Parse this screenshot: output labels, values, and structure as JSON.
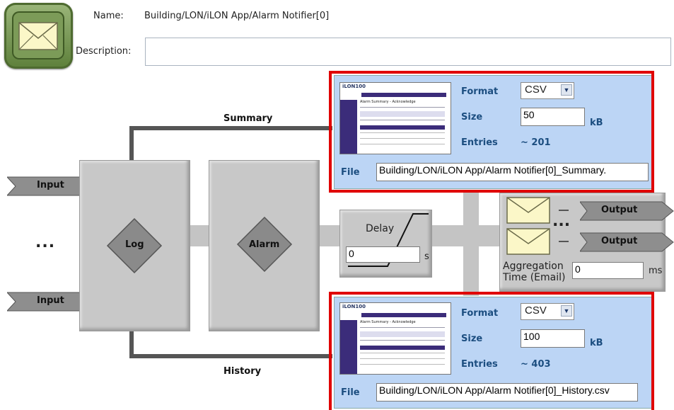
{
  "header": {
    "name_label": "Name:",
    "name_value": "Building/LON/iLON App/Alarm Notifier[0]",
    "description_label": "Description:",
    "description_value": ""
  },
  "diagram": {
    "input_label": "Input",
    "ellipsis": "...",
    "log_label": "Log",
    "alarm_label": "Alarm",
    "summary_label": "Summary",
    "history_label": "History",
    "delay": {
      "label": "Delay",
      "value": "0",
      "unit": "s"
    },
    "outputs": [
      {
        "label": "Output"
      },
      {
        "label": "Output"
      }
    ],
    "aggregation": {
      "label_line1": "Aggregation",
      "label_line2": "Time (Email)",
      "value": "0",
      "unit": "ms"
    }
  },
  "summary_panel": {
    "format_label": "Format",
    "format_value": "CSV",
    "size_label": "Size",
    "size_value": "50",
    "size_unit": "kB",
    "entries_label": "Entries",
    "entries_value": "~ 201",
    "file_label": "File",
    "file_value": "Building/LON/iLON App/Alarm Notifier[0]_Summary."
  },
  "history_panel": {
    "format_label": "Format",
    "format_value": "CSV",
    "size_label": "Size",
    "size_value": "100",
    "size_unit": "kB",
    "entries_label": "Entries",
    "entries_value": "~ 403",
    "file_label": "File",
    "file_value": "Building/LON/iLON App/Alarm Notifier[0]_History.csv"
  },
  "thumbnail": {
    "brand": "iLON100",
    "title": "Alarm Summary - Acknowledge"
  },
  "colors": {
    "highlight": "#e00000",
    "panel": "#bcd5f5",
    "accent_text": "#1c4e80",
    "block": "#c8c8c8"
  },
  "icons": {
    "app": "envelope-icon",
    "output": "envelope-icon"
  }
}
